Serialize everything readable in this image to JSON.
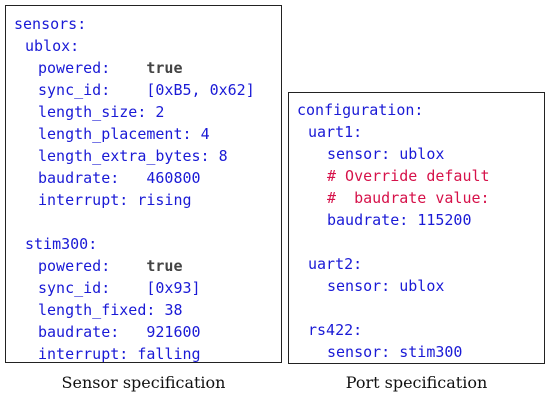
{
  "sensor_spec": {
    "caption": "Sensor specification",
    "root_key": "sensors:",
    "ublox": {
      "name": "ublox:",
      "powered_key": "powered:",
      "powered_val": "true",
      "sync_key": "sync_id:",
      "sync_val": "[0xB5, 0x62]",
      "length_size_key": "length_size:",
      "length_size_val": "2",
      "length_placement_key": "length_placement:",
      "length_placement_val": "4",
      "length_extra_key": "length_extra_bytes:",
      "length_extra_val": "8",
      "baudrate_key": "baudrate:",
      "baudrate_val": "460800",
      "interrupt_key": "interrupt:",
      "interrupt_val": "rising"
    },
    "stim300": {
      "name": "stim300:",
      "powered_key": "powered:",
      "powered_val": "true",
      "sync_key": "sync_id:",
      "sync_val": "[0x93]",
      "length_fixed_key": "length_fixed:",
      "length_fixed_val": "38",
      "baudrate_key": "baudrate:",
      "baudrate_val": "921600",
      "interrupt_key": "interrupt:",
      "interrupt_val": "falling"
    }
  },
  "port_spec": {
    "caption": "Port specification",
    "root_key": "configuration:",
    "uart1": {
      "name": "uart1:",
      "sensor_key": "sensor:",
      "sensor_val": "ublox",
      "comment1": "# Override default",
      "comment2": "#  baudrate value:",
      "baudrate_key": "baudrate:",
      "baudrate_val": "115200"
    },
    "uart2": {
      "name": "uart2:",
      "sensor_key": "sensor:",
      "sensor_val": "ublox"
    },
    "rs422": {
      "name": "rs422:",
      "sensor_key": "sensor:",
      "sensor_val": "stim300"
    }
  },
  "colors": {
    "key": "#1a1ad6",
    "keyword": "#444444",
    "comment": "#d6124a",
    "border": "#222222"
  }
}
